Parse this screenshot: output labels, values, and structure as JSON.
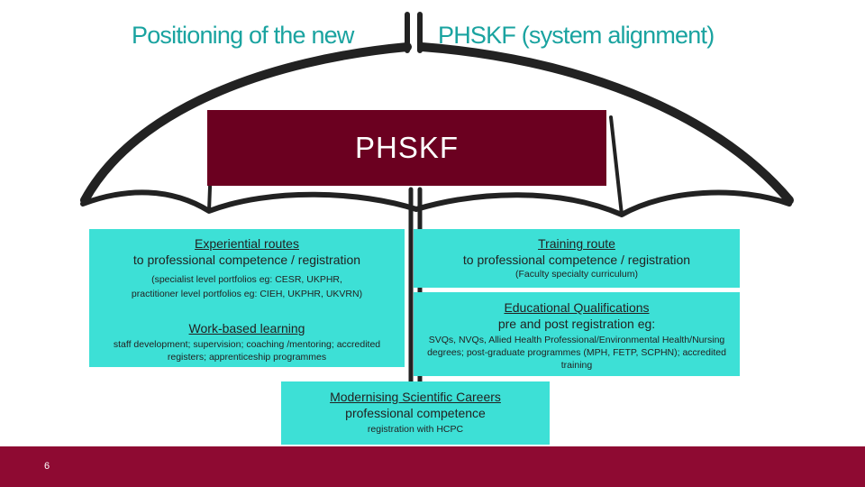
{
  "title": {
    "left": "Positioning of the new",
    "right": "PHSKF (system alignment)"
  },
  "phskf_label": "PHSKF",
  "experiential": {
    "heading": "Experiential routes",
    "subtitle": "to professional competence / registration",
    "note_line1": "(specialist level portfolios eg: CESR, UKPHR,",
    "note_line2": "practitioner level portfolios eg: CIEH, UKPHR, UKVRN)"
  },
  "work_based": {
    "heading": "Work-based learning",
    "note_line1": "staff development; supervision; coaching /mentoring; accredited",
    "note_line2": "registers; apprenticeship programmes"
  },
  "training": {
    "heading": "Training route",
    "subtitle": "to professional competence / registration",
    "note": "(Faculty specialty curriculum)"
  },
  "educational": {
    "heading": "Educational Qualifications",
    "subtitle": "pre and post registration eg:",
    "note_line1": "SVQs, NVQs, Allied Health Professional/Environmental Health/Nursing",
    "note_line2": "degrees; post-graduate programmes (MPH, FETP, SCPHN); accredited",
    "note_line3": "training"
  },
  "msc": {
    "heading": "Modernising Scientific Careers",
    "subtitle": "professional competence",
    "note": "registration with HCPC"
  },
  "page_number": "6",
  "colors": {
    "title": "#1aa3a0",
    "phskf_box": "#6b0020",
    "teal_box": "#3de0d6",
    "footer": "#8e0a32"
  }
}
